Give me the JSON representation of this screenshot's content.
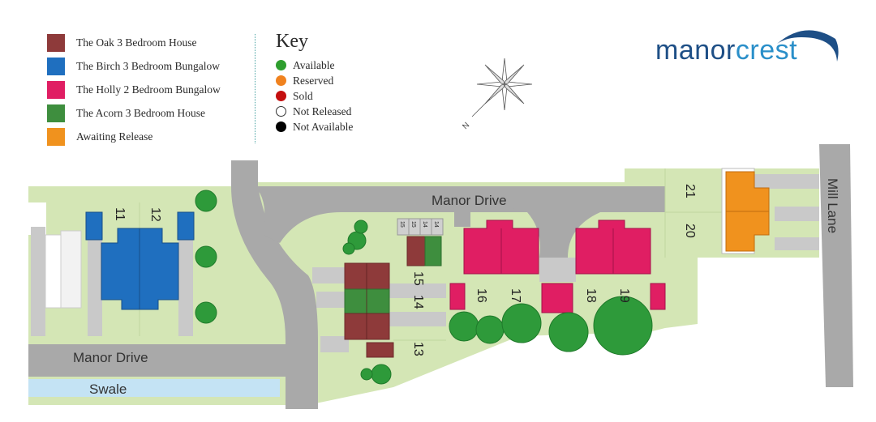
{
  "legend": {
    "items": [
      {
        "label": "The Oak 3 Bedroom House",
        "color": "#8e3a3a"
      },
      {
        "label": "The Birch 3 Bedroom Bungalow",
        "color": "#1f6fbf"
      },
      {
        "label": "The Holly 2 Bedroom Bungalow",
        "color": "#e01e63"
      },
      {
        "label": "The Acorn 3 Bedroom House",
        "color": "#3e8e3e"
      },
      {
        "label": "Awaiting Release",
        "color": "#f0921e"
      }
    ]
  },
  "key": {
    "title": "Key",
    "items": [
      {
        "label": "Available",
        "color": "#2e9e2e"
      },
      {
        "label": "Reserved",
        "color": "#f0821e"
      },
      {
        "label": "Sold",
        "color": "#c40f0f"
      },
      {
        "label": "Not Released",
        "color": "#ffffff"
      },
      {
        "label": "Not Available",
        "color": "#000000"
      }
    ]
  },
  "logo": {
    "part1": "manor",
    "part2": "crest"
  },
  "compass": {
    "north": "N"
  },
  "map": {
    "roads": {
      "manor_drive_top": "Manor Drive",
      "manor_drive_bottom": "Manor Drive",
      "swale": "Swale",
      "mill_lane": "Mill Lane"
    },
    "plots": {
      "p11": "11",
      "p12": "12",
      "p13": "13",
      "p14": "14",
      "p15": "15",
      "p16": "16",
      "p17": "17",
      "p18": "18",
      "p19": "19",
      "p20": "20",
      "p21": "21",
      "s15a": "15",
      "s15b": "15",
      "s14a": "14",
      "s14b": "14"
    }
  }
}
